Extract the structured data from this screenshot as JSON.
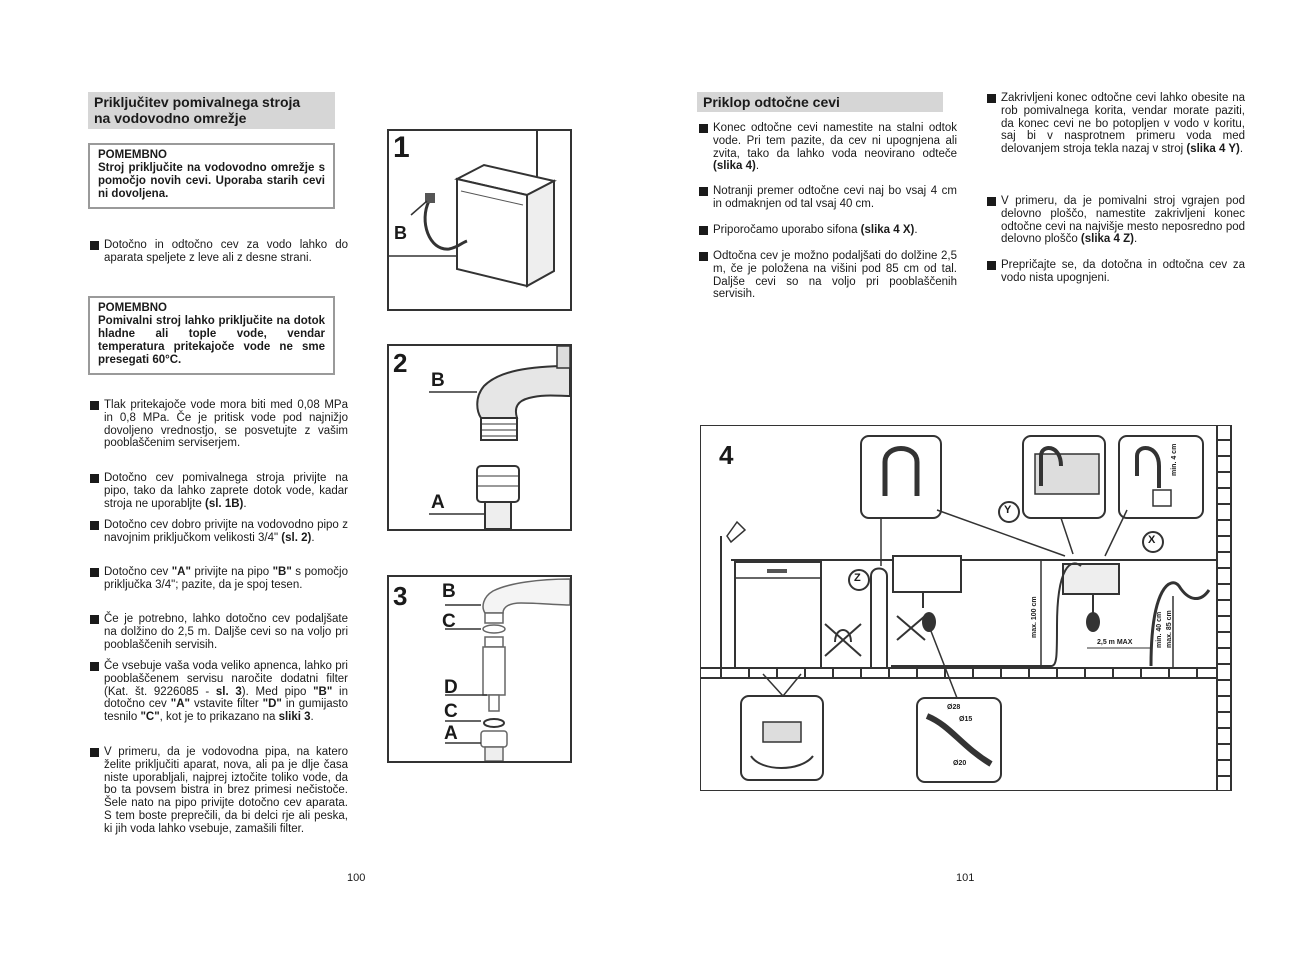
{
  "left": {
    "heading_line1": "Priključitev pomivalnega stroja",
    "heading_line2": "na vodovodno omrežje",
    "note1_title": "POMEMBNO",
    "note1_text": "Stroj priključite na vodovodno omrežje s pomočjo novih cevi. Uporaba starih cevi ni dovoljena.",
    "bullet_intro": "Dotočno in odtočno cev za vodo lahko do aparata speljete z leve ali z desne strani.",
    "note2_title": "POMEMBNO",
    "note2_text": "Pomivalni stroj lahko priključite na dotok hladne ali tople vode, vendar temperatura pritekajoče vode ne sme presegati 60°C.",
    "b1": "Tlak pritekajoče vode mora biti med 0,08 MPa in 0,8 MPa. Če je pritisk vode pod najnižjo dovoljeno vrednostjo, se posvetujte z vašim pooblaščenim serviserjem.",
    "b2_text": "Dotočno cev pomivalnega stroja privijte na pipo, tako da lahko zaprete dotok vode, kadar stroja ne uporabljte ",
    "b2_ref": "(sl. 1B)",
    "b2_end": ".",
    "b3_text": "Dotočno cev dobro privijte na vodovodno pipo z navojnim priključkom velikosti 3/4\" ",
    "b3_ref": "(sl. 2)",
    "b3_end": ".",
    "b4_a": "Dotočno cev ",
    "b4_ref1": "\"A\"",
    "b4_b": " privijte na pipo ",
    "b4_ref2": "\"B\"",
    "b4_c": " s pomočjo priključka 3/4\"; pazite, da je spoj tesen.",
    "b5": "Če je potrebno, lahko dotočno cev podaljšate na dolžino do 2,5 m. Daljše cevi so na voljo pri pooblaščenih servisih.",
    "b6_a": "Če vsebuje vaša voda veliko apnenca, lahko pri pooblaščenem servisu naročite dodatni filter (Kat. št. 9226085 - ",
    "b6_ref1": "sl. 3",
    "b6_b": "). Med pipo ",
    "b6_ref2": "\"B\"",
    "b6_c": " in dotočno cev ",
    "b6_ref3": "\"A\"",
    "b6_d": " vstavite filter ",
    "b6_ref4": "\"D\"",
    "b6_e": " in gumijasto tesnilo ",
    "b6_ref5": "\"C\"",
    "b6_f": ", kot je to prikazano na ",
    "b6_ref6": "sliki 3",
    "b6_g": ".",
    "b7": "V primeru, da je vodovodna pipa, na katero želite priključiti aparat, nova, ali pa je dlje časa niste uporabljali, najprej iztočite toliko vode, da bo ta povsem bistra in brez primesi nečistoče. Šele nato na pipo privijte dotočno cev aparata. S tem boste preprečili, da bi delci rje ali peska, ki jih voda lahko vsebuje, zamašili filter.",
    "page_number": "100"
  },
  "figures": {
    "fig1": {
      "number": "1",
      "label_b": "B"
    },
    "fig2": {
      "number": "2",
      "label_b": "B",
      "label_a": "A"
    },
    "fig3": {
      "number": "3",
      "label_b": "B",
      "label_c1": "C",
      "label_d": "D",
      "label_c2": "C",
      "label_a": "A"
    },
    "fig4": {
      "number": "4",
      "label_y": "Y",
      "label_z": "Z",
      "label_x": "X",
      "min4": "min. 4 cm",
      "max100": "max. 100 cm",
      "min40": "min. 40 cm",
      "max85": "max. 85 cm",
      "max25": "2,5 m MAX",
      "d28": "Ø28",
      "d15": "Ø15",
      "d20": "Ø20"
    }
  },
  "right": {
    "heading": "Priklop odtočne cevi",
    "r1_text": "Konec odtočne cevi namestite na stalni odtok vode. Pri tem pazite, da cev ni upognjena ali zvita, tako da lahko voda neovirano odteče ",
    "r1_ref": "(slika 4)",
    "r1_end": ".",
    "r2": "Notranji premer odtočne cevi naj bo vsaj 4 cm in odmaknjen od tal vsaj 40 cm.",
    "r3_text": "Priporočamo uporabo sifona ",
    "r3_ref": "(slika 4 X)",
    "r3_end": ".",
    "r4": "Odtočna cev je možno podaljšati do dolžine 2,5 m, če je položena na višini pod 85 cm od tal. Daljše cevi so na voljo pri pooblaščenih servisih.",
    "r5_text": "Zakrivljeni konec odtočne cevi lahko obesite na rob pomivalnega korita, vendar morate paziti, da konec cevi ne bo potopljen v vodo v koritu, saj bi v nasprotnem primeru voda med delovanjem stroja tekla nazaj v stroj ",
    "r5_ref": "(slika 4 Y)",
    "r5_end": ".",
    "r6_text": "V primeru, da je pomivalni stroj vgrajen pod delovno ploščo, namestite zakrivljeni konec odtočne cevi na najvišje mesto neposredno pod delovno ploščo ",
    "r6_ref": "(slika 4 Z)",
    "r6_end": ".",
    "r7": "Prepričajte se, da dotočna in odtočna cev za vodo nista upognjeni.",
    "page_number": "101"
  },
  "colors": {
    "heading_bg": "#d6d6d6",
    "box_border": "#9a9a9a",
    "ink": "#1a1a1a"
  }
}
